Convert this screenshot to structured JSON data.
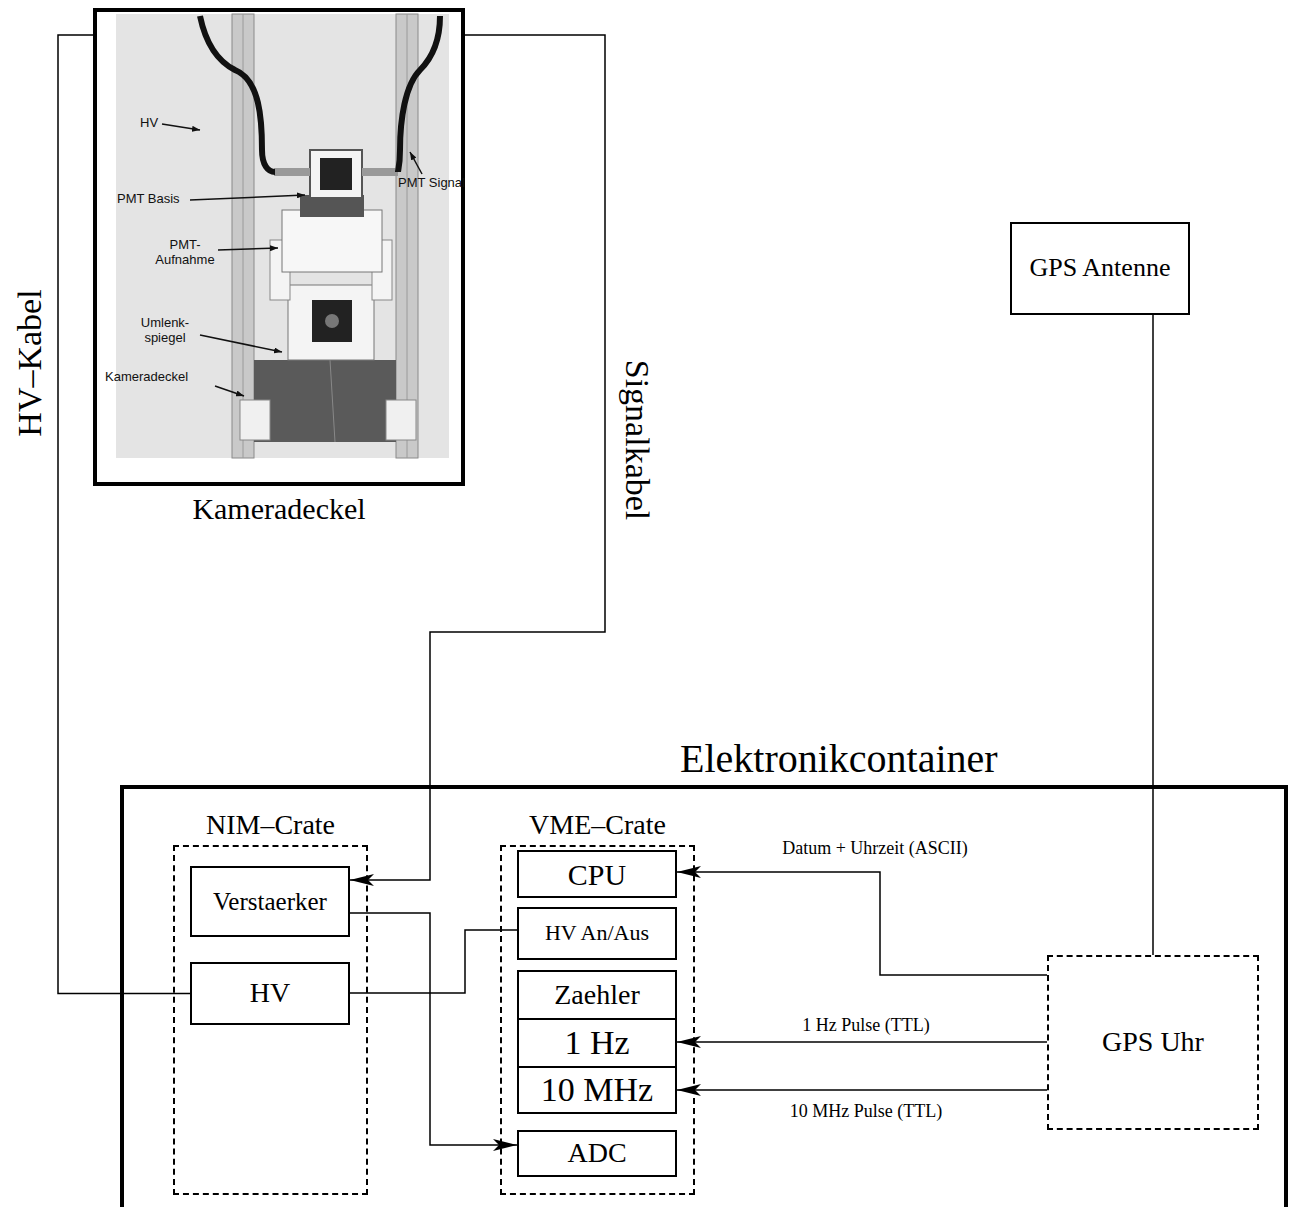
{
  "diagram": {
    "nodes": [
      {
        "text": [
          "Kameradeckel"
        ]
      },
      {
        "text": [
          "GPS Antenne"
        ]
      },
      {
        "text": [
          "Elektronikcontainer"
        ]
      },
      {
        "text": [
          "NIM–Crate"
        ],
        "in": 2
      },
      {
        "text": [
          "Verstaerker"
        ],
        "in": 3
      },
      {
        "text": [
          "HV"
        ],
        "in": 3
      },
      {
        "text": [
          "VME–Crate"
        ],
        "in": 2
      },
      {
        "text": [
          "CPU"
        ],
        "in": 6
      },
      {
        "text": [
          "HV An/Aus"
        ],
        "in": 6
      },
      {
        "text": [
          "Zaehler"
        ],
        "in": 6
      },
      {
        "text": [
          "1 Hz"
        ],
        "in": 6
      },
      {
        "text": [
          "10 MHz"
        ],
        "in": 6
      },
      {
        "text": [
          "ADC"
        ],
        "in": 6
      },
      {
        "text": [
          "GPS Uhr"
        ],
        "in": 2
      }
    ],
    "edges": [
      {
        "from": 5,
        "to": 0,
        "arrow": "none",
        "label": "HV–Kabel"
      },
      {
        "from": 0,
        "to": 4,
        "arrow": "to",
        "label": "Signalkabel"
      },
      {
        "from": 8,
        "to": 5,
        "arrow": "none"
      },
      {
        "from": 4,
        "to": 12,
        "arrow": "to"
      },
      {
        "from": 13,
        "to": 7,
        "arrow": "to",
        "label": "Datum + Uhrzeit (ASCII)"
      },
      {
        "from": 13,
        "to": 10,
        "arrow": "to",
        "label": "1 Hz Pulse (TTL)"
      },
      {
        "from": 13,
        "to": 11,
        "arrow": "to",
        "label": "10 MHz Pulse (TTL)"
      },
      {
        "from": 1,
        "to": 13,
        "arrow": "none"
      }
    ],
    "labels": [
      "HV",
      "PMT Basis",
      "PMT Signal",
      "PMT- Aufnahme",
      "Umlenk- spiegel",
      "Kameradeckel"
    ]
  }
}
